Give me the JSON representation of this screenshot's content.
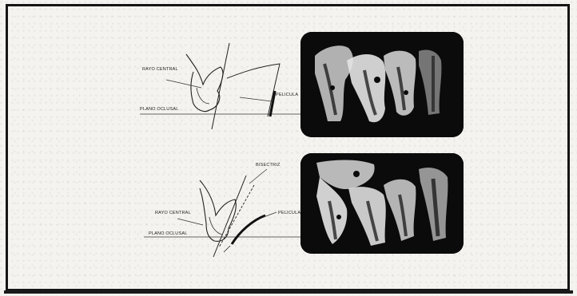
{
  "figure": {
    "top_panel": {
      "labels": {
        "central_ray": "RAYO CENTRAL",
        "film": "PELICULA",
        "occlusal_plane": "PLANO OCLUSAL"
      }
    },
    "bottom_panel": {
      "labels": {
        "central_ray": "RAYO CENTRAL",
        "bisector": "BISECTRIZ",
        "film": "PELICULA",
        "occlusal_plane": "PLANO OCLUSAL"
      }
    }
  },
  "colors": {
    "background": "#f4f3ef",
    "frame": "#151515",
    "xray_background": "#0b0b0b",
    "xray_tooth": "#e8e8e8"
  }
}
